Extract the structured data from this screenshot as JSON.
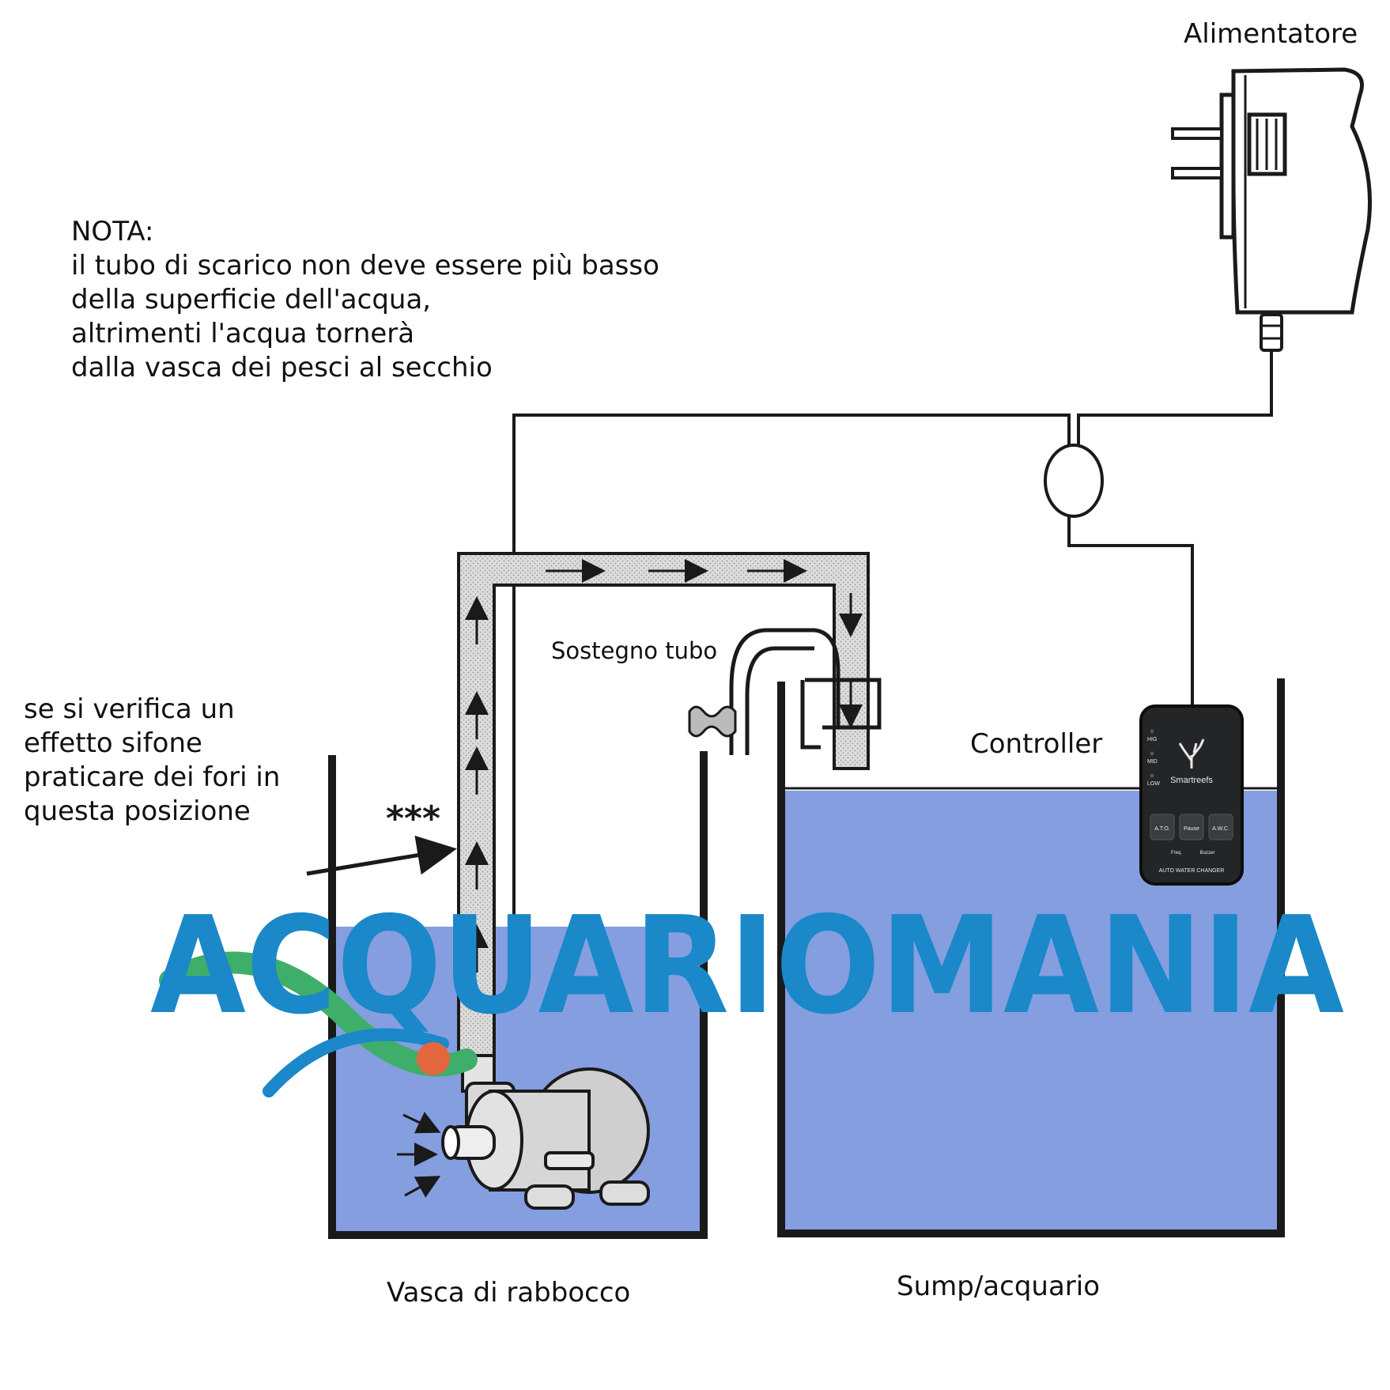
{
  "labels": {
    "power_supply": "Alimentatore",
    "note_title": "NOTA:",
    "note_lines": [
      "il tubo di scarico non deve essere più basso",
      "della superficie dell'acqua,",
      "altrimenti l'acqua tornerà",
      "dalla vasca dei pesci al secchio"
    ],
    "siphon_lines": [
      "se si verifica un",
      "effetto sifone",
      "praticare dei fori in",
      "questa posizione"
    ],
    "asterisks": "***",
    "hose_support": "Sostegno tubo",
    "controller": "Controller",
    "top_off_tank": "Vasca di rabbocco",
    "sump": "Sump/acquario"
  },
  "controller_device": {
    "brand": "Smartreefs",
    "level_leds": [
      "HIG",
      "MID",
      "LOW"
    ],
    "buttons": [
      "A.T.O.",
      "Pause",
      "A.W.C."
    ],
    "sub_labels": [
      "Freq.",
      "Buzzer"
    ],
    "footer": "AUTO WATER CHANGER"
  },
  "watermark": "ACQUARIOMANIA",
  "colors": {
    "water": "#849ee0",
    "outline": "#1a1a1a",
    "controller_body": "#232527",
    "watermark_blue": "#1a88c9",
    "watermark_green": "#3fae6a",
    "watermark_dot": "#e4663f",
    "tube_fill": "#d9d9d9"
  }
}
